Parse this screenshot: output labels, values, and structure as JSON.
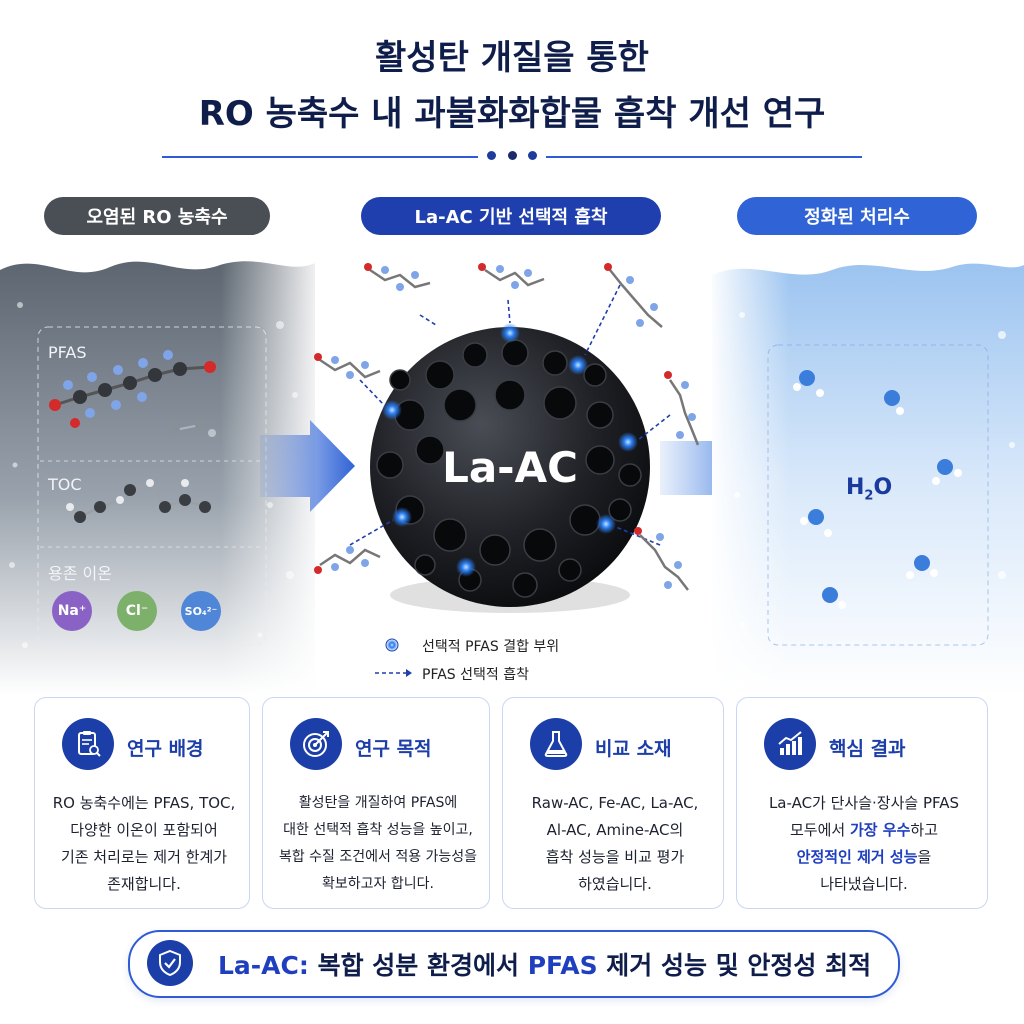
{
  "header": {
    "title_line1": "활성탄 개질을 통한",
    "title_line2": "RO 농축수 내 과불화화합물 흡착 개선 연구"
  },
  "stages": {
    "left": "오염된 RO 농축수",
    "center": "La-AC 기반 선택적 흡착",
    "right": "정화된 처리수"
  },
  "left_panel": {
    "pfas_label": "PFAS",
    "toc_label": "TOC",
    "ions_label": "용존 이온",
    "ions": [
      {
        "text": "Na⁺",
        "color": "#8a62c6"
      },
      {
        "text": "Cl⁻",
        "color": "#7db06a"
      },
      {
        "text": "SO₄²⁻",
        "color": "#4f86d8"
      }
    ]
  },
  "center": {
    "sphere_label": "La-AC",
    "legend_sites": "선택적 PFAS 결합 부위",
    "legend_adsorption": "PFAS 선택적 흡착"
  },
  "right_panel": {
    "h2o_label": "H",
    "h2o_sub": "2",
    "h2o_suffix": "O"
  },
  "cards": [
    {
      "title": "연구 배경",
      "icon": "clipboard-search-icon",
      "lines": [
        "RO 농축수에는 PFAS, TOC,",
        "다양한 이온이 포함되어",
        "기존 처리로는 제거 한계가",
        "존재합니다."
      ]
    },
    {
      "title": "연구 목적",
      "icon": "target-icon",
      "lines": [
        "활성탄을 개질하여 PFAS에",
        "대한 선택적 흡착 성능을 높이고,",
        "복합 수질 조건에서 적용 가능성을",
        "확보하고자 합니다."
      ]
    },
    {
      "title": "비교 소재",
      "icon": "flask-icon",
      "lines": [
        "Raw-AC, Fe-AC, La-AC,",
        "Al-AC, Amine-AC의",
        "흡착 성능을 비교 평가",
        "하였습니다."
      ]
    },
    {
      "title": "핵심 결과",
      "icon": "growth-chart-icon",
      "line1": "La-AC가 단사슬·장사슬 PFAS",
      "line2_pre": "모두에서 ",
      "line2_hl": "가장 우수",
      "line2_post": "하고",
      "line3_hl": "안정적인 제거 성능",
      "line3_post": "을",
      "line4": "나타냈습니다."
    }
  ],
  "banner": {
    "lead": "La-AC:",
    "mid": " 복합 성분 환경에서 ",
    "accent": "PFAS",
    "tail": " 제거 성능 및 안정성 최적",
    "icon": "shield-check-icon"
  },
  "colors": {
    "navy": "#0f1d4a",
    "accent_blue": "#1f3fae",
    "grey_pill": "#4a4e55",
    "light_blue_pill": "#2f63d6"
  }
}
